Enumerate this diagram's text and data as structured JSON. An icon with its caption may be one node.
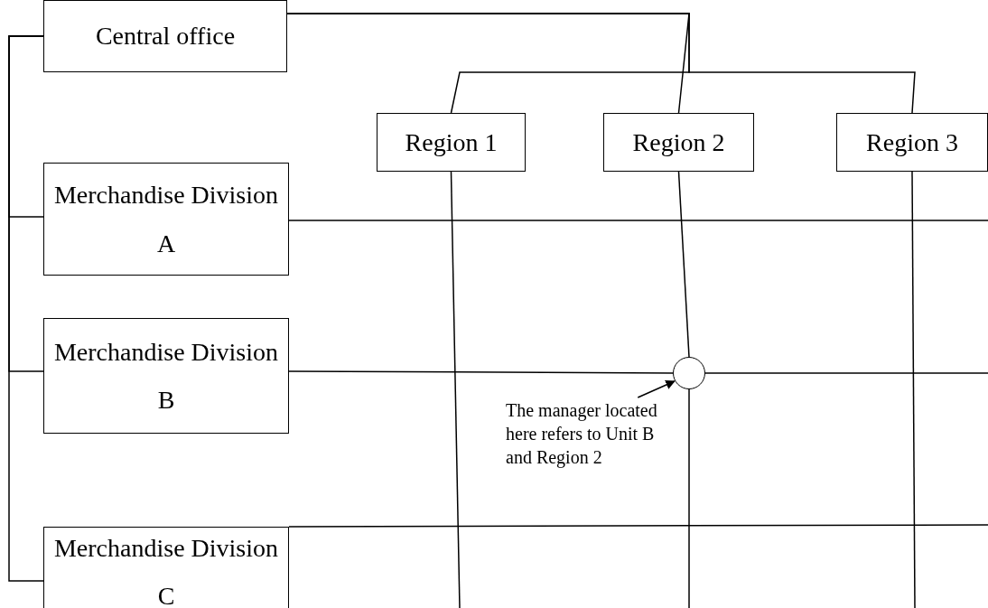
{
  "diagram": {
    "nodes": [
      {
        "text": [
          "Central office"
        ]
      },
      {
        "text": [
          "Region 1"
        ]
      },
      {
        "text": [
          "Region 2"
        ]
      },
      {
        "text": [
          "Region 3"
        ]
      },
      {
        "text": [
          "Merchandise Division A"
        ]
      },
      {
        "text": [
          "Merchandise Division B"
        ]
      },
      {
        "text": [
          "Merchandise Division C"
        ]
      },
      {
        "text": [],
        "shape": "circle"
      },
      {
        "text": [
          "The manager located here refers to Unit B and Region 2"
        ]
      }
    ],
    "edges": [
      {
        "from": 0,
        "to": 1,
        "arrow": "none"
      },
      {
        "from": 0,
        "to": 2,
        "arrow": "none"
      },
      {
        "from": 0,
        "to": 3,
        "arrow": "none"
      },
      {
        "from": 0,
        "to": 4,
        "arrow": "none"
      },
      {
        "from": 0,
        "to": 5,
        "arrow": "none"
      },
      {
        "from": 0,
        "to": 6,
        "arrow": "none"
      },
      {
        "from": 4,
        "to": null,
        "arrow": "none"
      },
      {
        "from": 5,
        "to": 7,
        "arrow": "none"
      },
      {
        "from": 7,
        "to": null,
        "arrow": "none"
      },
      {
        "from": 1,
        "to": null,
        "arrow": "none"
      },
      {
        "from": 2,
        "to": 7,
        "arrow": "none"
      },
      {
        "from": 7,
        "to": null,
        "arrow": "none"
      },
      {
        "from": 3,
        "to": null,
        "arrow": "none"
      },
      {
        "from": 6,
        "to": null,
        "arrow": "none"
      },
      {
        "from": 8,
        "to": 7,
        "arrow": "to"
      }
    ]
  }
}
